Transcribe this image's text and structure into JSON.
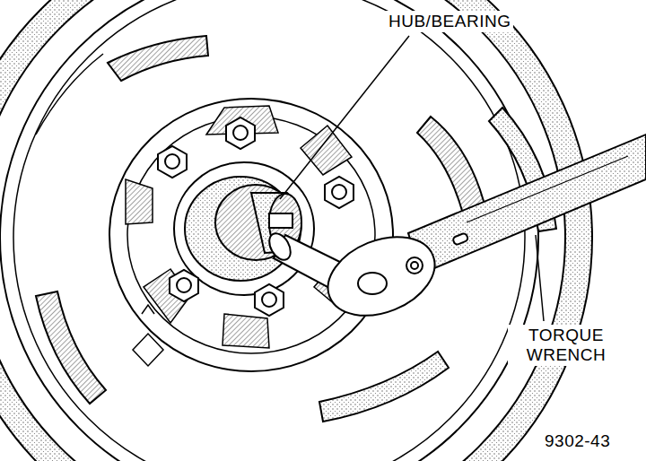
{
  "diagram": {
    "labels": [
      "HUB/BEARING",
      "TORQUE WRENCH",
      "9302-43"
    ]
  }
}
